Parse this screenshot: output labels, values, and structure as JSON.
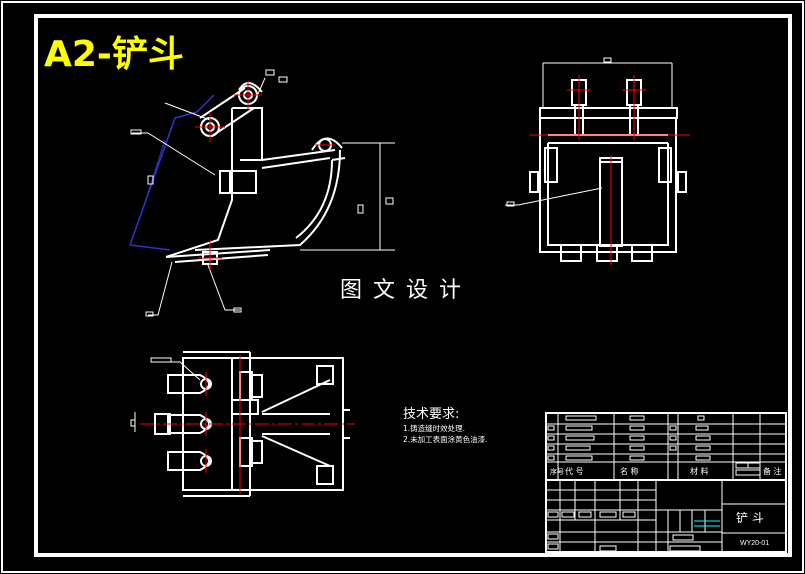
{
  "header": {
    "title": "A2-铲斗",
    "title_color": "#ffff00"
  },
  "watermark": {
    "text": "图 文 设 计"
  },
  "tech_notes": {
    "heading": "技术要求:",
    "items": [
      "1.铸造缝时效处理.",
      "2.未加工表面涂黄色油漆."
    ]
  },
  "title_block": {
    "part_name": "铲 斗",
    "drawing_number": "WY20-01",
    "bom_header": {
      "seq": "序号",
      "code": "代 号",
      "name": "名 称",
      "material": "材 料",
      "remark": "备 注"
    }
  },
  "colors": {
    "background": "#000000",
    "line": "#ffffff",
    "centerline": "#ff0000",
    "hatch_blue": "#3333cc",
    "table_cyan": "#00ffff"
  }
}
